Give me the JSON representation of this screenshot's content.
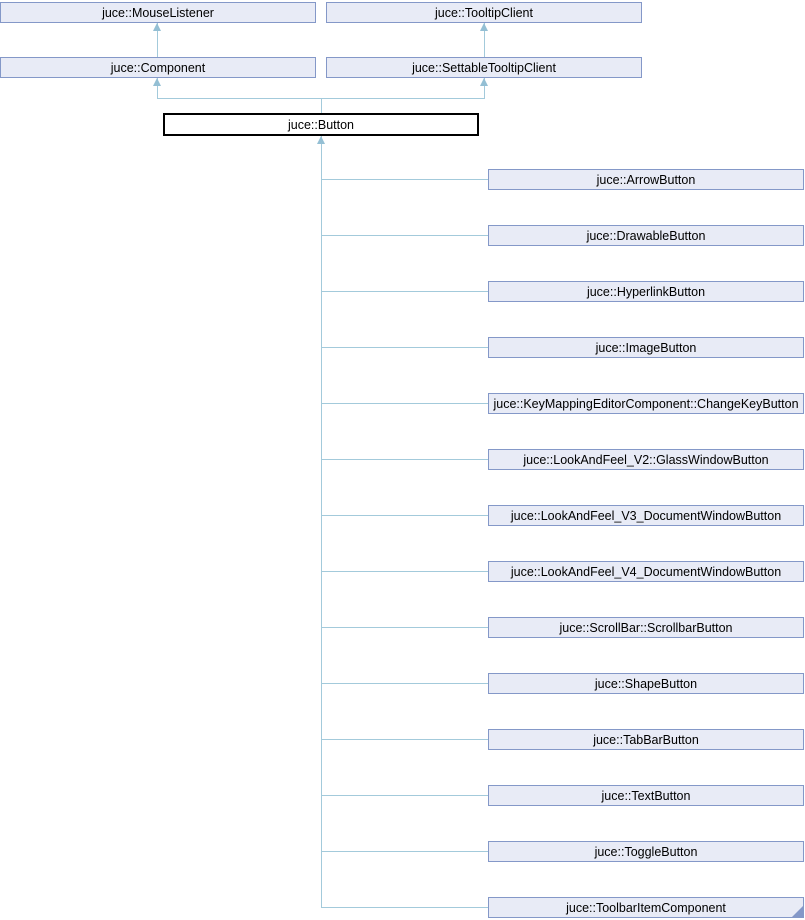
{
  "diagram": {
    "kind": "class-inheritance-diagram",
    "focus_class": {
      "label": "juce::Button"
    },
    "base_classes": [
      {
        "label": "juce::MouseListener"
      },
      {
        "label": "juce::TooltipClient"
      },
      {
        "label": "juce::Component"
      },
      {
        "label": "juce::SettableTooltipClient"
      }
    ],
    "derived_classes": [
      {
        "label": "juce::ArrowButton"
      },
      {
        "label": "juce::DrawableButton"
      },
      {
        "label": "juce::HyperlinkButton"
      },
      {
        "label": "juce::ImageButton"
      },
      {
        "label": "juce::KeyMappingEditorComponent::ChangeKeyButton"
      },
      {
        "label": "juce::LookAndFeel_V2::GlassWindowButton"
      },
      {
        "label": "juce::LookAndFeel_V3_DocumentWindowButton"
      },
      {
        "label": "juce::LookAndFeel_V4_DocumentWindowButton"
      },
      {
        "label": "juce::ScrollBar::ScrollbarButton"
      },
      {
        "label": "juce::ShapeButton"
      },
      {
        "label": "juce::TabBarButton"
      },
      {
        "label": "juce::TextButton"
      },
      {
        "label": "juce::ToggleButton"
      },
      {
        "label": "juce::ToolbarItemComponent"
      }
    ],
    "colors": {
      "node_fill": "#e8ebf6",
      "node_border": "#8498c8",
      "focus_fill": "#ffffff",
      "focus_border": "#000000",
      "edge_line": "#a3cadb",
      "arrowhead": "#94bfd4",
      "text": "#000000",
      "background": "#ffffff"
    }
  }
}
